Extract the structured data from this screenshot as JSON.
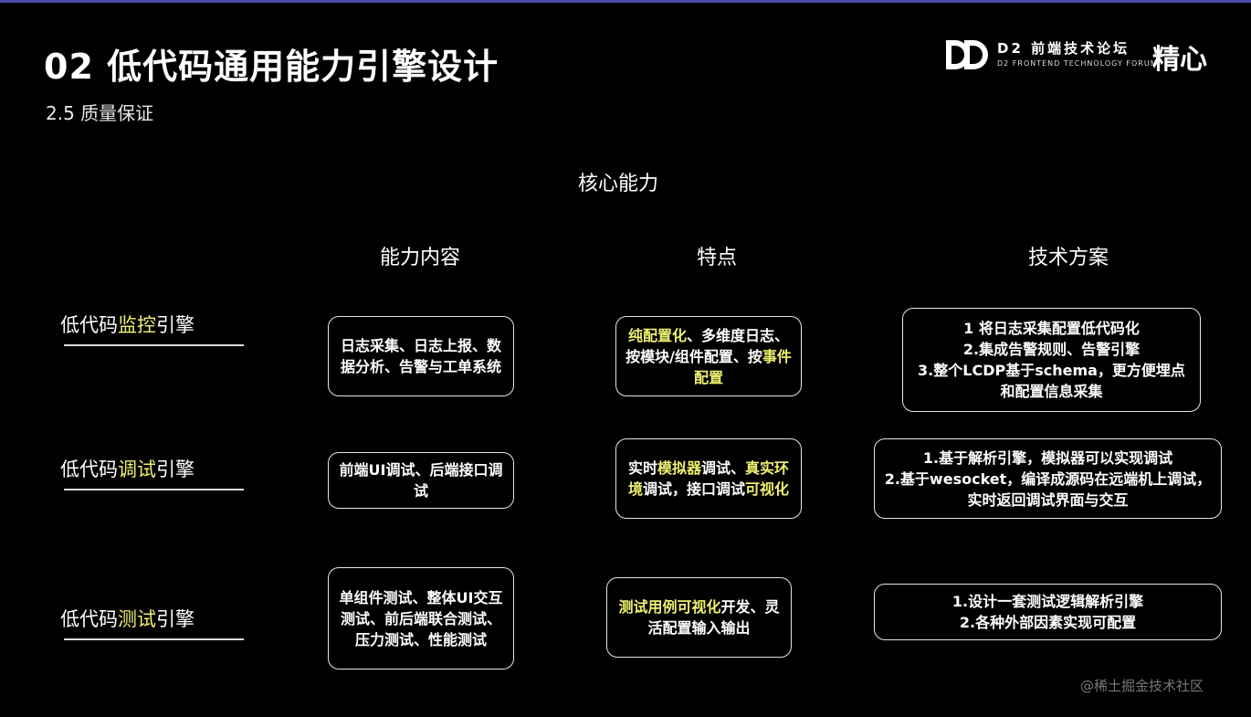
{
  "slide": {
    "title": "02 低代码通用能力引擎设计",
    "subtitle": "2.5 质量保证"
  },
  "brand": {
    "logo_text": "DD",
    "name": "D2 前端技术论坛",
    "english": "D2 FRONTEND TECHNOLOGY FORUM",
    "right_mark": "精心"
  },
  "table": {
    "heading": "核心能力",
    "columns": [
      "能力内容",
      "特点",
      "技术方案"
    ],
    "rows": [
      {
        "label_pre": "低代码",
        "label_hl": "监控",
        "label_post": "引擎",
        "content": "日志采集、日志上报、数据分析、告警与工单系统",
        "feature": {
          "hl1": "纯配置化",
          "mid": "、多维度日志、按模块/组件配置、按",
          "hl2": "事件配置"
        },
        "tech": [
          "1 将日志采集配置低代码化",
          "2.集成告警规则、告警引擎",
          "3.整个LCDP基于schema，更方便埋点和配置信息采集"
        ]
      },
      {
        "label_pre": "低代码",
        "label_hl": "调试",
        "label_post": "引擎",
        "content": "前端UI调试、后端接口调试",
        "feature": {
          "pre": "实时",
          "hl1": "模拟器",
          "mid": "调试、",
          "hl2": "真实环境",
          "mid2": "调试，接口调试",
          "hl3": "可视化"
        },
        "tech": [
          "1.基于解析引擎，模拟器可以实现调试",
          "2.基于wesocket，编译成源码在远端机上调试，实时返回调试界面与交互"
        ]
      },
      {
        "label_pre": "低代码",
        "label_hl": "测试",
        "label_post": "引擎",
        "content": "单组件测试、整体UI交互测试、前后端联合测试、压力测试、性能测试",
        "feature": {
          "hl1": "测试用例可视化",
          "mid": "开发、灵活配置输入输出"
        },
        "tech": [
          "1.设计一套测试逻辑解析引擎",
          "2.各种外部因素实现可配置"
        ]
      }
    ]
  },
  "watermark": "@稀土掘金技术社区",
  "colors": {
    "highlight": "#f0f070",
    "background": "#000000",
    "accent_bar": "#4a4aa8"
  }
}
